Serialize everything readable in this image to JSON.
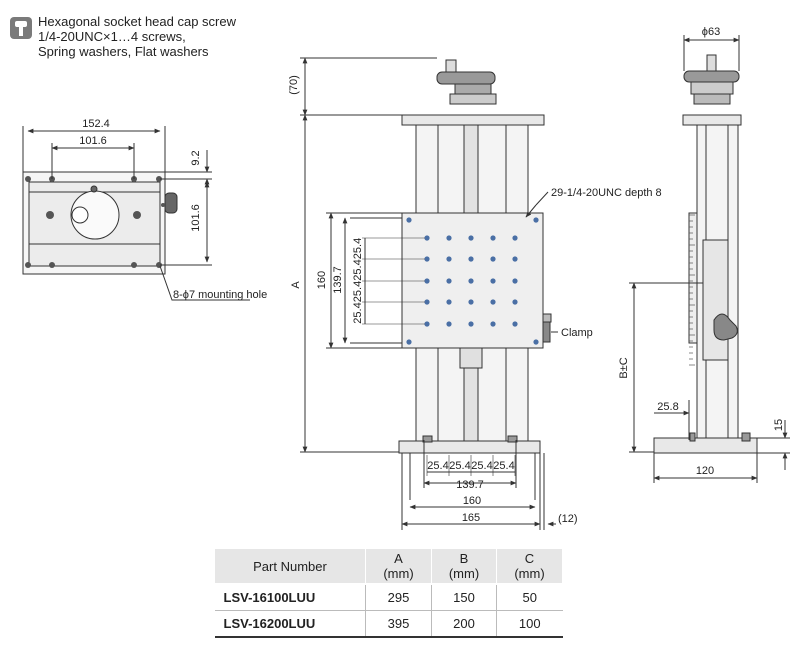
{
  "notes": {
    "line1": "Hexagonal socket head cap screw",
    "line2": "1/4-20UNC×1…4 screws,",
    "line3": "Spring washers, Flat washers"
  },
  "top_view": {
    "dim_152_4": "152.4",
    "dim_101_6_h": "101.6",
    "dim_9_2": "9.2",
    "dim_101_6_v": "101.6",
    "mounting_hole": "8-ϕ7 mounting hole"
  },
  "front_view": {
    "dim_70": "(70)",
    "dim_A": "A",
    "dim_160_v": "160",
    "dim_139_7_v": "139.7",
    "pitch_label": "25.4",
    "tapped_holes": "29-1/4-20UNC depth 8",
    "clamp": "Clamp",
    "dim_139_7_h": "139.7",
    "dim_160_h": "160",
    "dim_165": "165",
    "dim_12": "(12)"
  },
  "side_view": {
    "dim_phi63": "ϕ63",
    "dim_BC": "B±C",
    "dim_25_8": "25.8",
    "dim_15": "15",
    "dim_120": "120"
  },
  "spec_table": {
    "headers": [
      {
        "label": "Part Number",
        "unit": ""
      },
      {
        "label": "A",
        "unit": "(mm)"
      },
      {
        "label": "B",
        "unit": "(mm)"
      },
      {
        "label": "C",
        "unit": "(mm)"
      }
    ],
    "rows": [
      {
        "part": "LSV-16100LUU",
        "a": "295",
        "b": "150",
        "c": "50"
      },
      {
        "part": "LSV-16200LUU",
        "a": "395",
        "b": "200",
        "c": "100"
      }
    ]
  },
  "colors": {
    "line": "#333333",
    "plate": "#eeeeee",
    "header": "#e6e6e6",
    "knob": "#555555"
  }
}
